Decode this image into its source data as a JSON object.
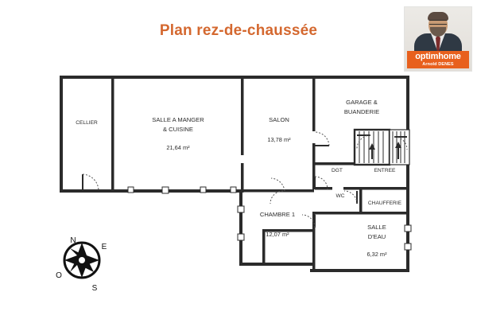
{
  "page": {
    "title": "Plan rez-de-chaussée",
    "title_color": "#d4682f",
    "background": "#ffffff"
  },
  "logo": {
    "brand": "optimhome",
    "agent": "Arnold DENES",
    "banner_color": "#e8601d",
    "photo_alt": "agent-portrait"
  },
  "floorplan": {
    "wall_color": "#2b2b2b",
    "rooms": [
      {
        "id": "cellier",
        "name": "CELLIER",
        "area": ""
      },
      {
        "id": "salle-a-manger",
        "name": "SALLE A MANGER",
        "name2": "& CUISINE",
        "area": "21,64 m²"
      },
      {
        "id": "salon",
        "name": "SALON",
        "area": "13,78 m²"
      },
      {
        "id": "garage",
        "name": "GARAGE &",
        "name2": "BUANDERIE",
        "area": ""
      },
      {
        "id": "dgt",
        "name": "DGT",
        "area": ""
      },
      {
        "id": "entree",
        "name": "ENTREE",
        "area": ""
      },
      {
        "id": "wc",
        "name": "WC",
        "area": ""
      },
      {
        "id": "chaufferie",
        "name": "CHAUFFERIE",
        "area": ""
      },
      {
        "id": "chambre-1",
        "name": "CHAMBRE 1",
        "area": "12,07 m²"
      },
      {
        "id": "salle-d-eau",
        "name": "SALLE",
        "name2": "D'EAU",
        "area": "6,32 m²"
      }
    ]
  },
  "compass": {
    "north": "N",
    "east": "E",
    "south": "S",
    "west": "O"
  }
}
